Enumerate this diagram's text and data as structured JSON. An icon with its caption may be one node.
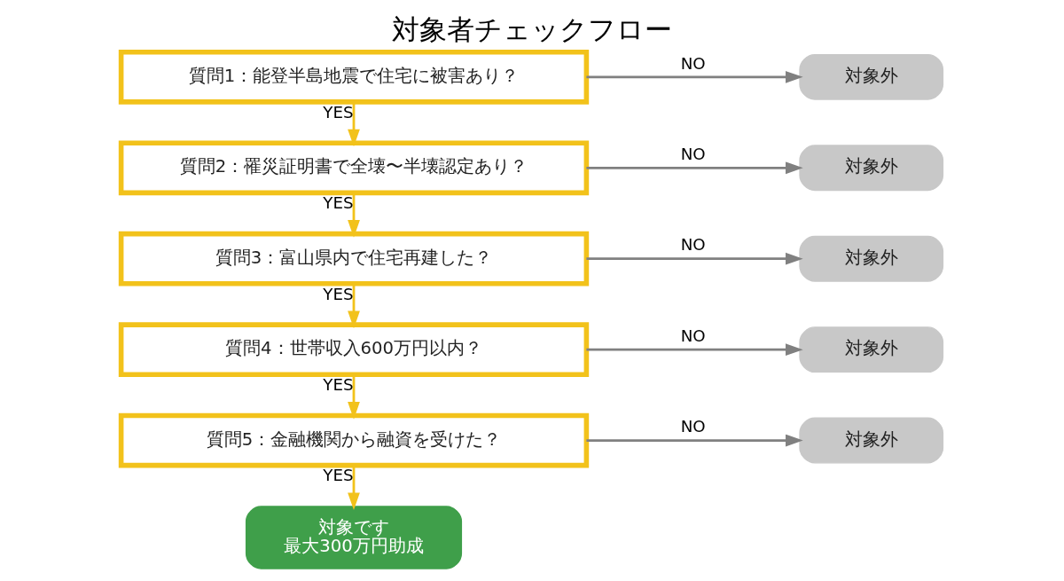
{
  "diagram": {
    "title": "対象者チェックフロー",
    "nodes": [
      {
        "text": [
          "質問1：能登半島地震で住宅に被害あり？"
        ]
      },
      {
        "text": [
          "質問2：罹災証明書で全壊〜半壊認定あり？"
        ]
      },
      {
        "text": [
          "質問3：富山県内で住宅再建した？"
        ]
      },
      {
        "text": [
          "質問4：世帯収入600万円以内？"
        ]
      },
      {
        "text": [
          "質問5：金融機関から融資を受けた？"
        ]
      },
      {
        "text": [
          "対象外"
        ]
      },
      {
        "text": [
          "対象外"
        ]
      },
      {
        "text": [
          "対象外"
        ]
      },
      {
        "text": [
          "対象外"
        ]
      },
      {
        "text": [
          "対象外"
        ]
      },
      {
        "text": [
          "対象です",
          "最大300万円助成"
        ]
      }
    ],
    "edges": [
      {
        "from": 0,
        "to": 5,
        "arrow": "to",
        "label": "NO",
        "color": "#808080"
      },
      {
        "from": 0,
        "to": 1,
        "arrow": "to",
        "label": "YES",
        "color": "#f2c21b"
      },
      {
        "from": 1,
        "to": 6,
        "arrow": "to",
        "label": "NO",
        "color": "#808080"
      },
      {
        "from": 1,
        "to": 2,
        "arrow": "to",
        "label": "YES",
        "color": "#f2c21b"
      },
      {
        "from": 2,
        "to": 7,
        "arrow": "to",
        "label": "NO",
        "color": "#808080"
      },
      {
        "from": 2,
        "to": 3,
        "arrow": "to",
        "label": "YES",
        "color": "#f2c21b"
      },
      {
        "from": 3,
        "to": 8,
        "arrow": "to",
        "label": "NO",
        "color": "#808080"
      },
      {
        "from": 3,
        "to": 4,
        "arrow": "to",
        "label": "YES",
        "color": "#f2c21b"
      },
      {
        "from": 4,
        "to": 9,
        "arrow": "to",
        "label": "NO",
        "color": "#808080"
      },
      {
        "from": 4,
        "to": 10,
        "arrow": "to",
        "label": "YES",
        "color": "#f2c21b"
      }
    ]
  }
}
